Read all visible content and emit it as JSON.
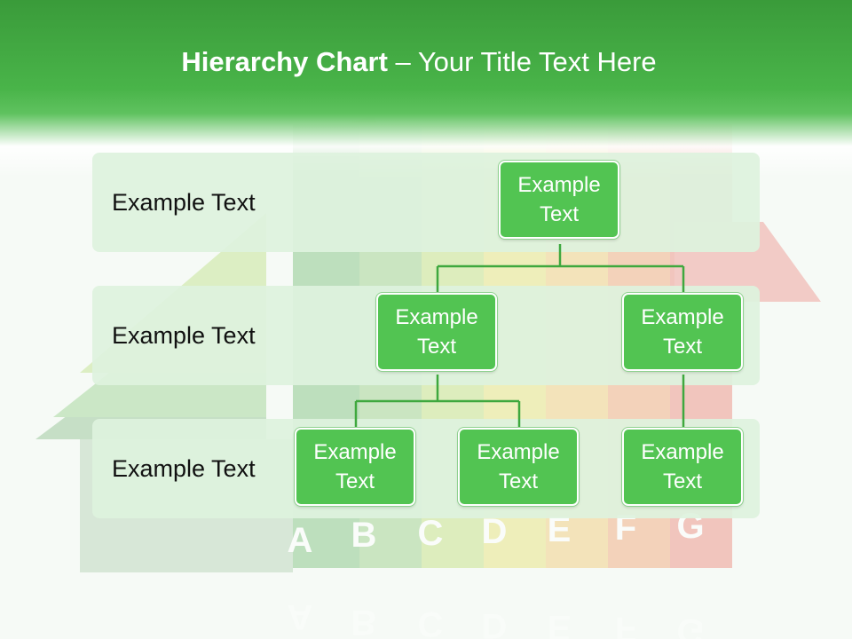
{
  "slide": {
    "title_bold": "Hierarchy Chart",
    "title_dash": " – ",
    "title_rest": "Your Title Text Here"
  },
  "levels": [
    {
      "label": "Example Text"
    },
    {
      "label": "Example Text"
    },
    {
      "label": "Example Text"
    }
  ],
  "nodes": {
    "root": "Example Text",
    "l2_left": "Example Text",
    "l2_right": "Example Text",
    "l3_left": "Example Text",
    "l3_middle": "Example Text",
    "l3_right": "Example Text"
  },
  "background": {
    "rating_letters": [
      "A",
      "B",
      "C",
      "D",
      "E",
      "F",
      "G"
    ]
  },
  "colors": {
    "header_green": "#49b449",
    "node_green": "#52c452",
    "connector_green": "#3ea83e",
    "band_fill": "#def2de"
  }
}
